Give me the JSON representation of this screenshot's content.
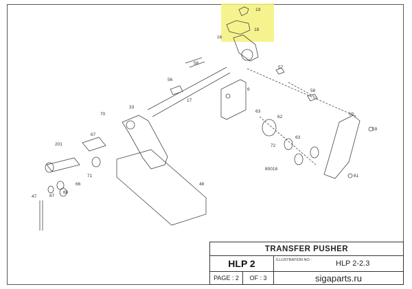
{
  "title_block": {
    "title": "TRANSFER PUSHER",
    "drawing_code": "HLP 2",
    "illustration_label": "ILLUSTRATION NO :",
    "illustration_no": "HLP 2-2.3",
    "page": "PAGE : 2",
    "of": "OF : 3",
    "website": "sigaparts.ru"
  },
  "highlight_color": "#f5f17a",
  "part_numbers": [
    "19",
    "18",
    "16",
    "56",
    "56",
    "57",
    "17",
    "6",
    "58",
    "70",
    "33",
    "63",
    "62",
    "60",
    "59",
    "201",
    "67",
    "63",
    "72",
    "80018",
    "61",
    "71",
    "66",
    "68",
    "67",
    "47",
    "48"
  ]
}
